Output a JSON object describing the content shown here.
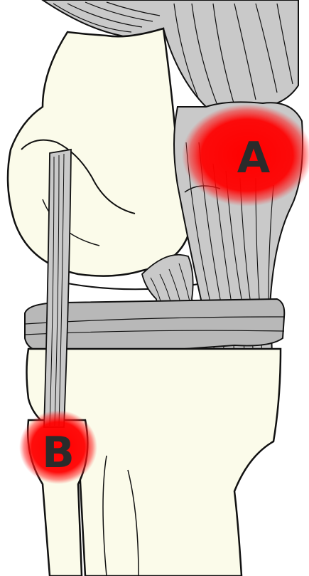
{
  "markers": [
    {
      "id": "A",
      "label": "A"
    },
    {
      "id": "B",
      "label": "B"
    }
  ],
  "colors": {
    "bone": "#fbfbea",
    "outline": "#111111",
    "ligament": "#c9c9c9",
    "ligament_dark": "#a8a8a8",
    "meniscus": "#b8b8b8",
    "highlight": "#ff0000",
    "label_text": "#2b2b2b"
  }
}
